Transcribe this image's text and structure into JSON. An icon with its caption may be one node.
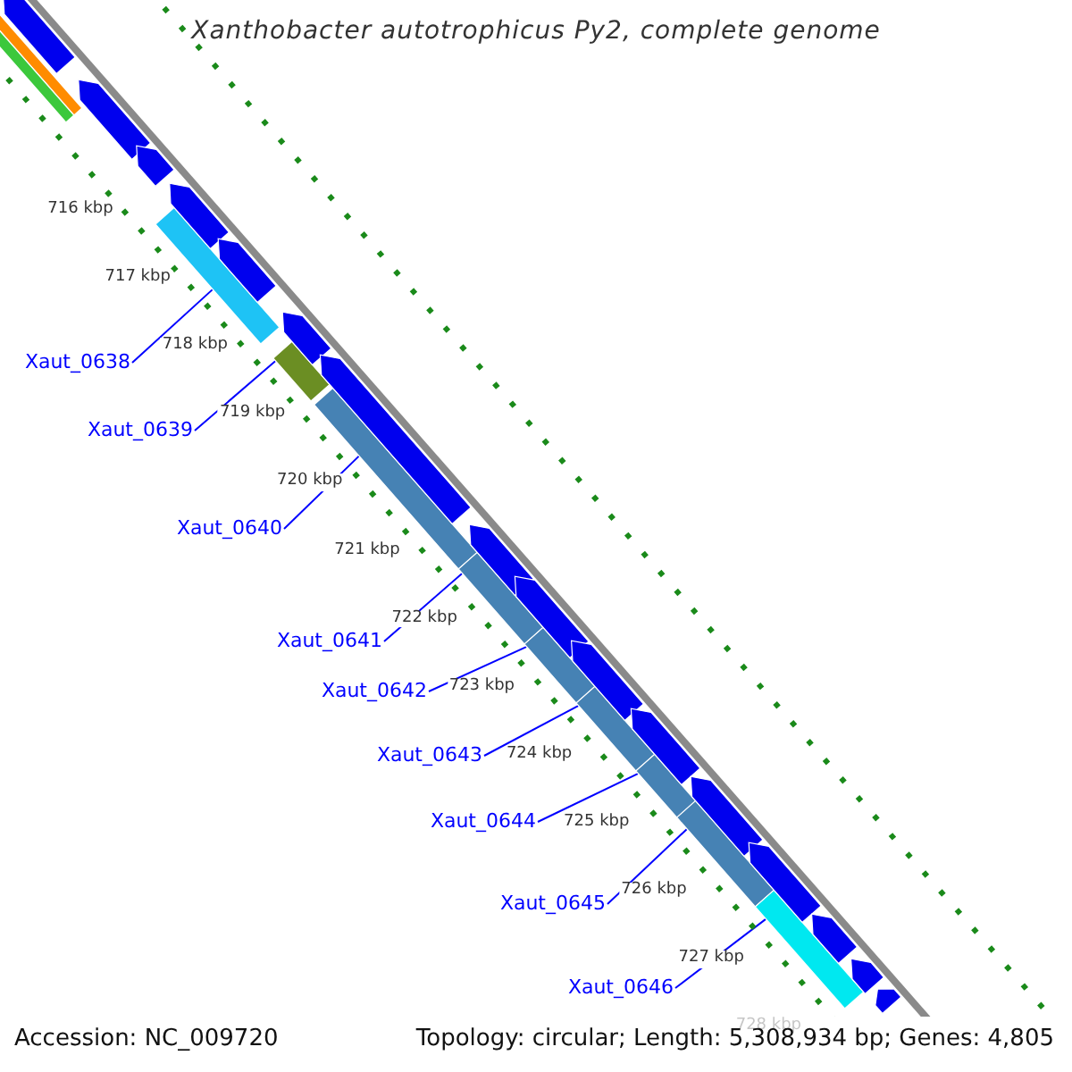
{
  "diagram": {
    "title": "Xanthobacter autotrophicus Py2, complete genome",
    "nodes": [
      {
        "text": [
          "Xaut_0638"
        ]
      },
      {
        "text": [
          "Xaut_0639"
        ]
      },
      {
        "text": [
          "Xaut_0640"
        ]
      },
      {
        "text": [
          "Xaut_0641"
        ]
      },
      {
        "text": [
          "Xaut_0642"
        ]
      },
      {
        "text": [
          "Xaut_0643"
        ]
      },
      {
        "text": [
          "Xaut_0644"
        ]
      },
      {
        "text": [
          "Xaut_0645"
        ]
      },
      {
        "text": [
          "Xaut_0646"
        ]
      },
      {
        "text": [],
        "shape": "bar"
      },
      {
        "text": [],
        "shape": "bar"
      },
      {
        "text": [],
        "shape": "bar"
      },
      {
        "text": [],
        "shape": "bar"
      },
      {
        "text": [],
        "shape": "bar"
      },
      {
        "text": [],
        "shape": "bar"
      },
      {
        "text": [],
        "shape": "bar"
      },
      {
        "text": [],
        "shape": "bar"
      },
      {
        "text": [],
        "shape": "bar"
      },
      {
        "text": [],
        "shape": "bar"
      },
      {
        "text": [],
        "shape": "bar"
      },
      {
        "text": [],
        "shape": "bar"
      },
      {
        "text": [],
        "shape": "bar"
      },
      {
        "text": [],
        "shape": "bar"
      },
      {
        "text": [],
        "shape": "bar"
      },
      {
        "text": [],
        "shape": "bar"
      },
      {
        "text": [],
        "shape": "bar"
      },
      {
        "text": [],
        "shape": "bar"
      },
      {
        "text": [],
        "shape": "bar"
      },
      {
        "text": [],
        "shape": "bar"
      },
      {
        "text": [],
        "shape": "bar"
      },
      {
        "text": [],
        "shape": "bar"
      },
      {
        "text": [],
        "shape": "bar"
      },
      {
        "text": [],
        "shape": "bar"
      },
      {
        "text": [],
        "shape": "bar"
      },
      {
        "text": [],
        "shape": "bar"
      },
      {
        "text": [],
        "shape": "bar"
      }
    ],
    "edges": [
      {
        "from": 0,
        "to": 9,
        "arrow": "none"
      },
      {
        "from": 1,
        "to": 10,
        "arrow": "none"
      },
      {
        "from": 2,
        "to": 11,
        "arrow": "none"
      },
      {
        "from": 3,
        "to": 12,
        "arrow": "none"
      },
      {
        "from": 4,
        "to": 13,
        "arrow": "none"
      },
      {
        "from": 5,
        "to": 14,
        "arrow": "none"
      },
      {
        "from": 6,
        "to": 15,
        "arrow": "none"
      },
      {
        "from": 7,
        "to": 16,
        "arrow": "none"
      },
      {
        "from": 8,
        "to": 17,
        "arrow": "none"
      }
    ],
    "labels": [
      "716 kbp",
      "717 kbp",
      "718 kbp",
      "719 kbp",
      "720 kbp",
      "721 kbp",
      "722 kbp",
      "723 kbp",
      "724 kbp",
      "725 kbp",
      "726 kbp",
      "727 kbp",
      "728 kbp",
      "Accession: NC_009720",
      "Topology: circular; Length: 5,308,934 bp; Genes: 4,805"
    ]
  }
}
